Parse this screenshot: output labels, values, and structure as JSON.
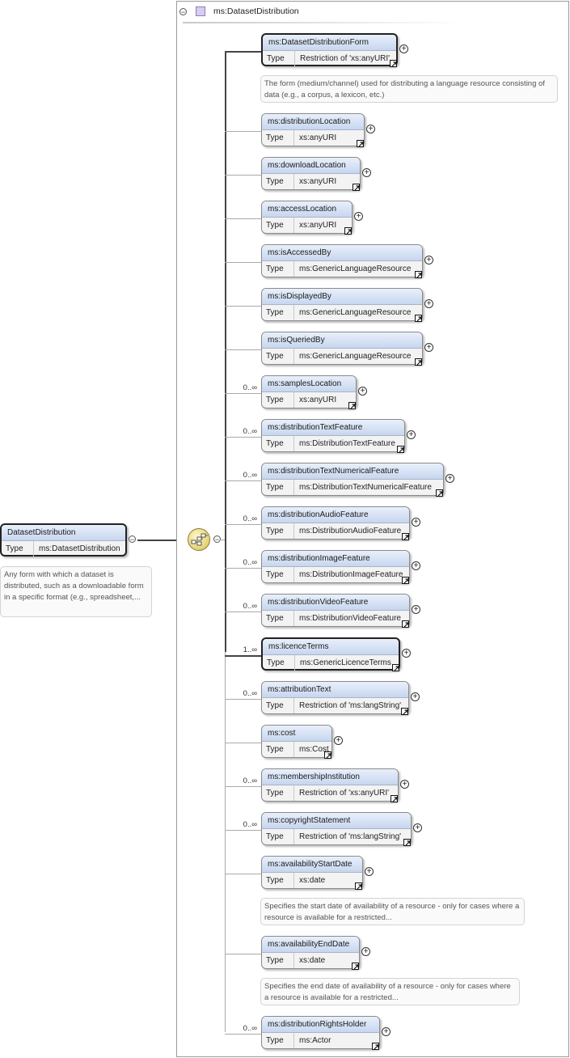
{
  "root": {
    "name": "DatasetDistribution",
    "type_label": "Type",
    "type_value": "ms:DatasetDistribution",
    "note": "Any form with which a dataset is distributed, such as a downloadable form in a specific format (e.g., spreadsheet,..."
  },
  "frame": {
    "title": "ms:DatasetDistribution"
  },
  "elements": [
    {
      "name": "ms:DatasetDistributionForm",
      "type_label": "Type",
      "type_value": "Restriction of 'xs:anyURI'",
      "card": "",
      "required": true,
      "note": "The form (medium/channel) used for distributing a language resource consisting of data (e.g., a corpus, a lexicon, etc.)"
    },
    {
      "name": "ms:distributionLocation",
      "type_label": "Type",
      "type_value": "xs:anyURI",
      "card": "",
      "required": false,
      "note": ""
    },
    {
      "name": "ms:downloadLocation",
      "type_label": "Type",
      "type_value": "xs:anyURI",
      "card": "",
      "required": false,
      "note": ""
    },
    {
      "name": "ms:accessLocation",
      "type_label": "Type",
      "type_value": "xs:anyURI",
      "card": "",
      "required": false,
      "note": ""
    },
    {
      "name": "ms:isAccessedBy",
      "type_label": "Type",
      "type_value": "ms:GenericLanguageResource",
      "card": "",
      "required": false,
      "note": ""
    },
    {
      "name": "ms:isDisplayedBy",
      "type_label": "Type",
      "type_value": "ms:GenericLanguageResource",
      "card": "",
      "required": false,
      "note": ""
    },
    {
      "name": "ms:isQueriedBy",
      "type_label": "Type",
      "type_value": "ms:GenericLanguageResource",
      "card": "",
      "required": false,
      "note": ""
    },
    {
      "name": "ms:samplesLocation",
      "type_label": "Type",
      "type_value": "xs:anyURI",
      "card": "0..∞",
      "required": false,
      "note": ""
    },
    {
      "name": "ms:distributionTextFeature",
      "type_label": "Type",
      "type_value": "ms:DistributionTextFeature",
      "card": "0..∞",
      "required": false,
      "note": ""
    },
    {
      "name": "ms:distributionTextNumericalFeature",
      "type_label": "Type",
      "type_value": "ms:DistributionTextNumericalFeature",
      "card": "0..∞",
      "required": false,
      "note": ""
    },
    {
      "name": "ms:distributionAudioFeature",
      "type_label": "Type",
      "type_value": "ms:DistributionAudioFeature",
      "card": "0..∞",
      "required": false,
      "note": ""
    },
    {
      "name": "ms:distributionImageFeature",
      "type_label": "Type",
      "type_value": "ms:DistributionImageFeature",
      "card": "0..∞",
      "required": false,
      "note": ""
    },
    {
      "name": "ms:distributionVideoFeature",
      "type_label": "Type",
      "type_value": "ms:DistributionVideoFeature",
      "card": "0..∞",
      "required": false,
      "note": ""
    },
    {
      "name": "ms:licenceTerms",
      "type_label": "Type",
      "type_value": "ms:GenericLicenceTerms",
      "card": "1..∞",
      "required": true,
      "note": ""
    },
    {
      "name": "ms:attributionText",
      "type_label": "Type",
      "type_value": "Restriction of 'ms:langString'",
      "card": "0..∞",
      "required": false,
      "note": ""
    },
    {
      "name": "ms:cost",
      "type_label": "Type",
      "type_value": "ms:Cost",
      "card": "",
      "required": false,
      "note": ""
    },
    {
      "name": "ms:membershipInstitution",
      "type_label": "Type",
      "type_value": "Restriction of 'xs:anyURI'",
      "card": "0..∞",
      "required": false,
      "note": ""
    },
    {
      "name": "ms:copyrightStatement",
      "type_label": "Type",
      "type_value": "Restriction of 'ms:langString'",
      "card": "0..∞",
      "required": false,
      "note": ""
    },
    {
      "name": "ms:availabilityStartDate",
      "type_label": "Type",
      "type_value": "xs:date",
      "card": "",
      "required": false,
      "note": "Specifies the start date of availability of a resource - only for cases where a resource is available for a restricted..."
    },
    {
      "name": "ms:availabilityEndDate",
      "type_label": "Type",
      "type_value": "xs:date",
      "card": "",
      "required": false,
      "note": "Specifies the end date of availability of a resource - only for cases where a resource is available for a restricted..."
    },
    {
      "name": "ms:distributionRightsHolder",
      "type_label": "Type",
      "type_value": "ms:Actor",
      "card": "0..∞",
      "required": false,
      "note": ""
    }
  ]
}
